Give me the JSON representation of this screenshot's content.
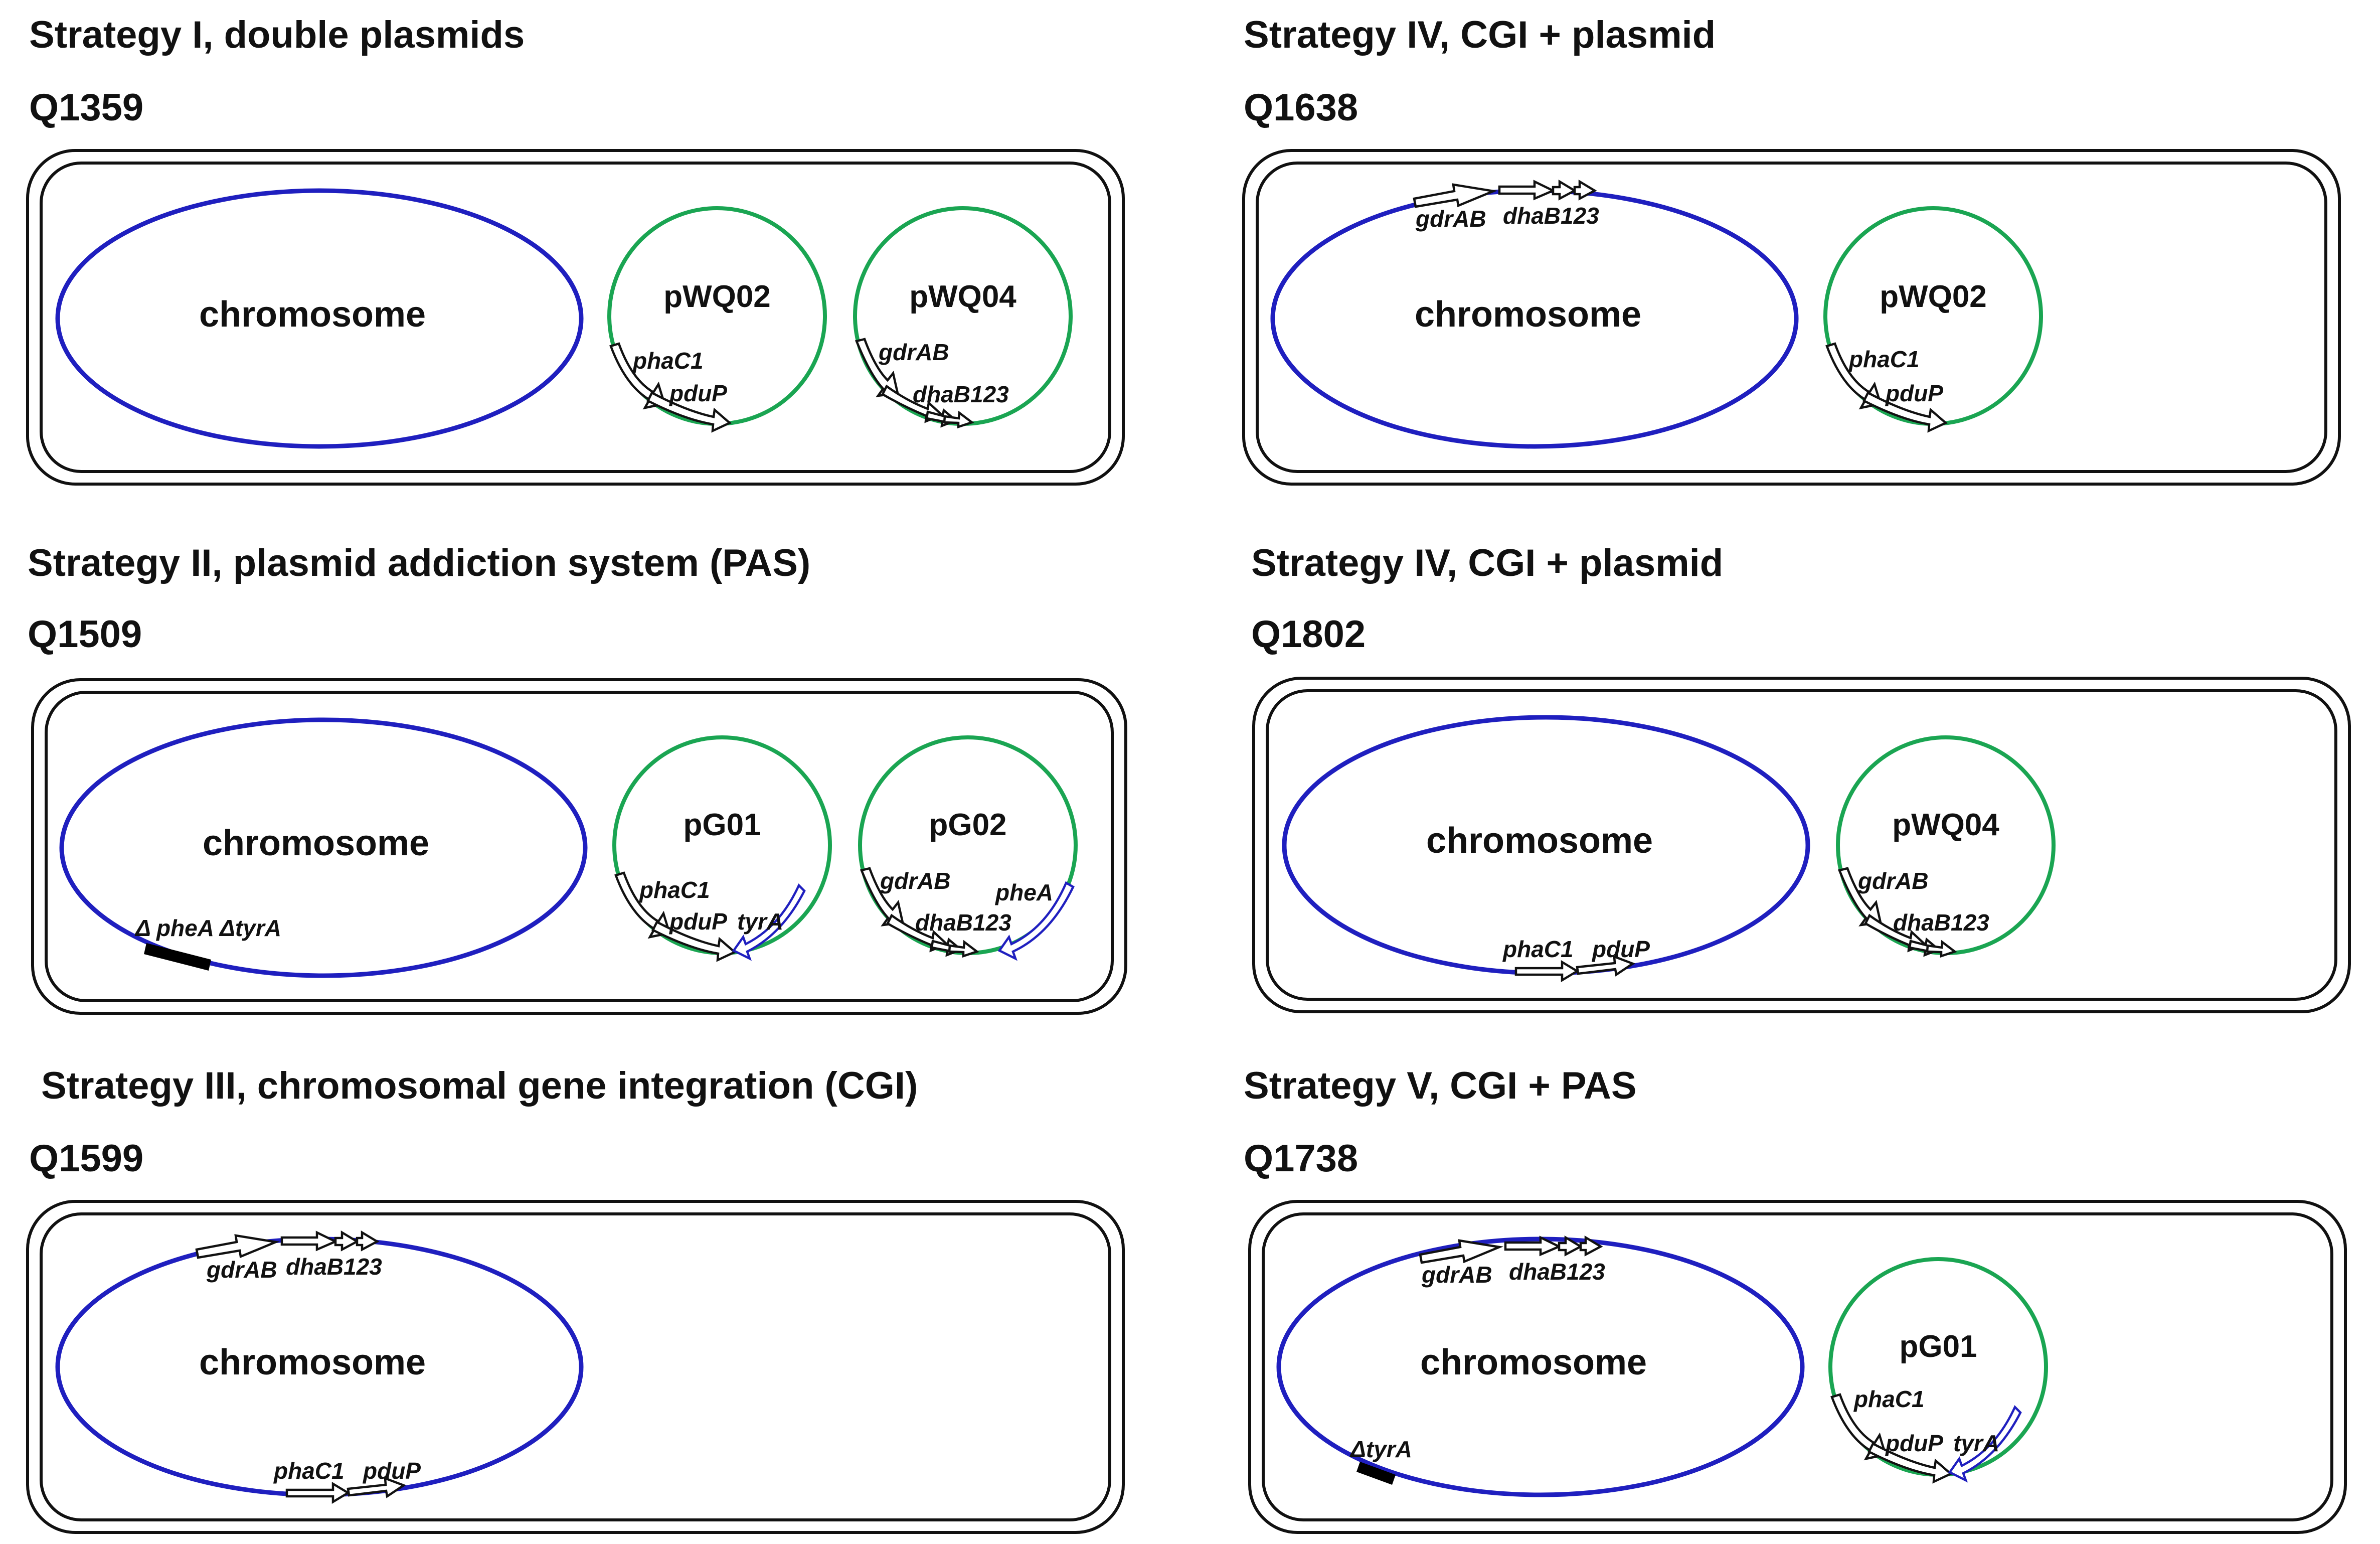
{
  "colors": {
    "chromosome": "#1f1fbf",
    "plasmid": "#1aa552",
    "gene_outline": "#111111",
    "selection_marker": "#1f1fbf",
    "deletion_marker": "#000000",
    "cell_outline": "#111111"
  },
  "panels": {
    "s1": {
      "title": "Strategy I, double plasmids",
      "strain": "Q1359",
      "chromosome": "chromosome",
      "plasmid_a": {
        "name": "pWQ02",
        "gene1": "phaC1",
        "gene2": "pduP"
      },
      "plasmid_b": {
        "name": "pWQ04",
        "gene1": "gdrAB",
        "gene2": "dhaB123"
      }
    },
    "s2": {
      "title": "Strategy II, plasmid addiction system (PAS)",
      "strain": "Q1509",
      "chromosome": "chromosome",
      "deletion": "Δ pheA ΔtyrA",
      "plasmid_a": {
        "name": "pG01",
        "gene1": "phaC1",
        "gene2": "pduP",
        "gene3": "tyrA"
      },
      "plasmid_b": {
        "name": "pG02",
        "gene1": "gdrAB",
        "gene2": "dhaB123",
        "gene3": "pheA"
      }
    },
    "s3": {
      "title": "Strategy III, chromosomal gene integration (CGI)",
      "strain": "Q1599",
      "chromosome": "chromosome",
      "top_gene1": "gdrAB",
      "top_gene2": "dhaB123",
      "bottom_gene1": "phaC1",
      "bottom_gene2": "pduP"
    },
    "s4a": {
      "title": "Strategy IV, CGI + plasmid",
      "strain": "Q1638",
      "chromosome": "chromosome",
      "top_gene1": "gdrAB",
      "top_gene2": "dhaB123",
      "plasmid_a": {
        "name": "pWQ02",
        "gene1": "phaC1",
        "gene2": "pduP"
      }
    },
    "s4b": {
      "title": "Strategy IV, CGI + plasmid",
      "strain": "Q1802",
      "chromosome": "chromosome",
      "bottom_gene1": "phaC1",
      "bottom_gene2": "pduP",
      "plasmid_a": {
        "name": "pWQ04",
        "gene1": "gdrAB",
        "gene2": "dhaB123"
      }
    },
    "s5": {
      "title": "Strategy V, CGI + PAS",
      "strain": "Q1738",
      "chromosome": "chromosome",
      "top_gene1": "gdrAB",
      "top_gene2": "dhaB123",
      "deletion": "ΔtyrA",
      "plasmid_a": {
        "name": "pG01",
        "gene1": "phaC1",
        "gene2": "pduP",
        "gene3": "tyrA"
      }
    }
  }
}
